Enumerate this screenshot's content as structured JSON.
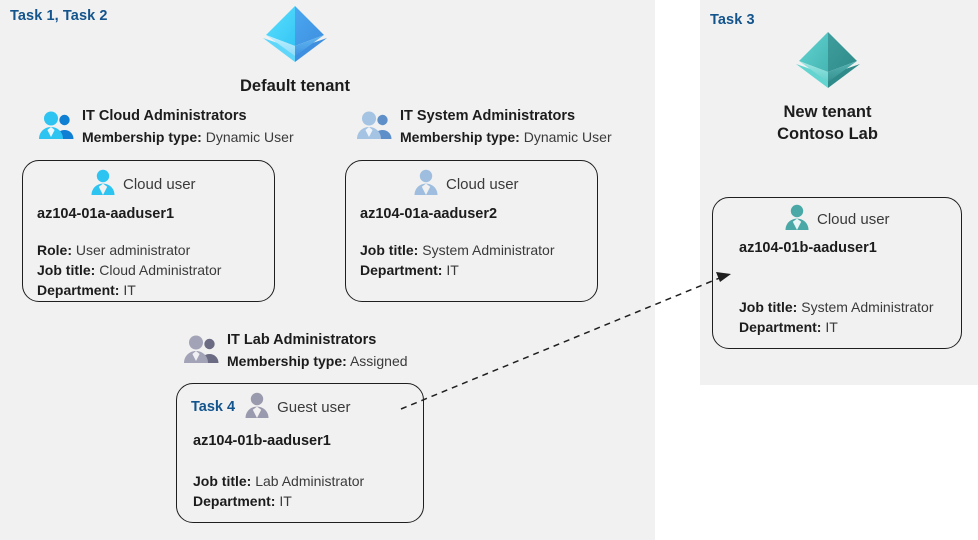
{
  "panels": {
    "left": {
      "task_label": "Task 1, Task 2"
    },
    "right": {
      "task_label": "Task 3"
    }
  },
  "tenants": [
    {
      "id": "default-tenant",
      "icon": "azure-ad-tenant-icon",
      "name_line1": "Default tenant",
      "name_line2": "",
      "color": "#32b4f0"
    },
    {
      "id": "new-tenant",
      "icon": "azure-ad-tenant-icon",
      "name_line1": "New  tenant",
      "name_line2": "Contoso Lab",
      "color": "#45b6b6"
    }
  ],
  "groups": [
    {
      "id": "it-cloud-administrators",
      "icon": "group-users-icon",
      "title": "IT Cloud Administrators",
      "meta_label": "Membership type:",
      "meta_value": "Dynamic User",
      "color": "#1cb0f0"
    },
    {
      "id": "it-system-administrators",
      "icon": "group-users-icon",
      "title": "IT System Administrators",
      "meta_label": "Membership type:",
      "meta_value": "Dynamic User",
      "color": "#8fb4dd"
    },
    {
      "id": "it-lab-administrators",
      "icon": "group-users-icon",
      "title": "IT Lab Administrators",
      "meta_label": "Membership type:",
      "meta_value": "Assigned",
      "color": "#8b8ba4"
    }
  ],
  "cards": [
    {
      "id": "az104-01a-aaduser1",
      "task": "",
      "user_icon": "cloud-user-icon",
      "user_type": "Cloud user",
      "username": "az104-01a-aaduser1",
      "properties": [
        {
          "label": "Role:",
          "value": "User administrator"
        },
        {
          "label": "Job title:",
          "value": "Cloud Administrator"
        },
        {
          "label": "Department:",
          "value": "IT"
        }
      ],
      "color": "#29b6f0"
    },
    {
      "id": "az104-01a-aaduser2",
      "task": "",
      "user_icon": "cloud-user-icon",
      "user_type": "Cloud user",
      "username": "az104-01a-aaduser2",
      "properties": [
        {
          "label": "Job title:",
          "value": "System Administrator"
        },
        {
          "label": "Department:",
          "value": "IT"
        }
      ],
      "color": "#8fb4dd"
    },
    {
      "id": "az104-01b-aaduser1-guest",
      "task": "Task 4",
      "user_icon": "guest-user-icon",
      "user_type": "Guest user",
      "username": "az104-01b-aaduser1",
      "properties": [
        {
          "label": "Job title:",
          "value": "Lab Administrator"
        },
        {
          "label": "Department:",
          "value": "IT"
        }
      ],
      "color": "#8b8ba4"
    },
    {
      "id": "az104-01b-aaduser1-cloud",
      "task": "",
      "user_icon": "cloud-user-icon",
      "user_type": "Cloud user",
      "username": "az104-01b-aaduser1",
      "properties": [
        {
          "label": "Job title:",
          "value": "System Administrator"
        },
        {
          "label": "Department:",
          "value": "IT"
        }
      ],
      "color": "#3aa8a8"
    }
  ],
  "connector": {
    "id": "guest-to-cloud-user-arrow",
    "style": "dashed-arrow",
    "from": "az104-01b-aaduser1-guest",
    "to": "az104-01b-aaduser1-cloud"
  },
  "colors": {
    "panel_bg": "#f1f1f1",
    "page_bg": "#ffffff",
    "task_blue": "#13548d",
    "text_dark": "#1c1c1c",
    "text_body": "#3a3a3a",
    "card_border": "#1f1f1f"
  }
}
